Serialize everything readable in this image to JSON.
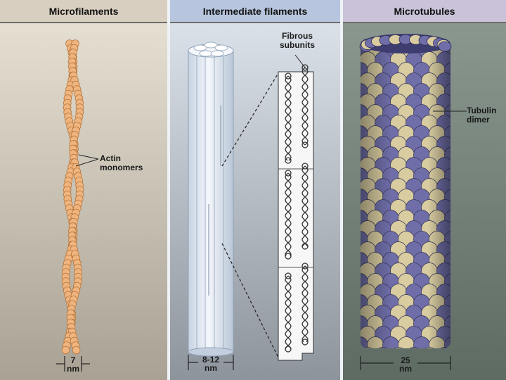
{
  "panels": [
    {
      "id": "microfilaments",
      "title": "Microfilaments"
    },
    {
      "id": "intermediate",
      "title": "Intermediate filaments"
    },
    {
      "id": "microtubules",
      "title": "Microtubules"
    }
  ],
  "labels": {
    "actin": "Actin\nmonomers",
    "fibrous": "Fibrous\nsubunits",
    "tubulin": "Tubulin\ndimer"
  },
  "dimensions": {
    "microfilament": {
      "value": "7",
      "unit": "nm"
    },
    "intermediate": {
      "value": "8-12",
      "unit": "nm"
    },
    "microtubule": {
      "value": "25",
      "unit": "nm"
    }
  },
  "colors": {
    "header_left": "#d9cfc0",
    "header_mid": "#b7c6de",
    "header_right": "#c9c2d8",
    "actin_bead": "#f0b57f",
    "tubulin_alpha": "#6f6ea8",
    "tubulin_beta": "#d8cca0",
    "rod": "#e8eef6"
  }
}
